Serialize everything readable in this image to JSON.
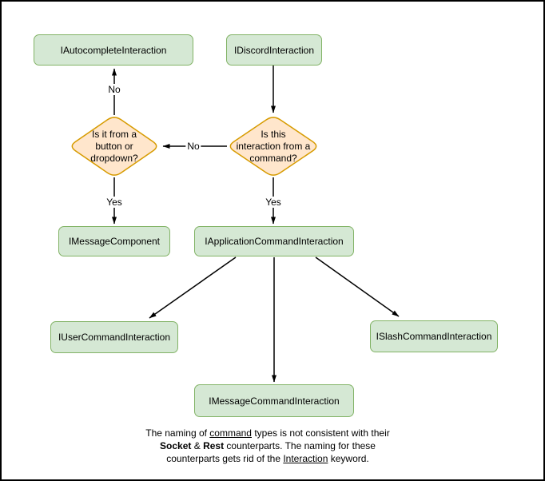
{
  "canvas": {
    "background": "#ffffff",
    "frame_color": "#000000"
  },
  "colors": {
    "node_fill": "#d5e8d4",
    "node_border": "#82b366",
    "decision_fill": "#ffe6cc",
    "decision_border": "#d79b00",
    "arrow": "#000000"
  },
  "nodes": [
    {
      "id": "autocomplete",
      "label": "IAutocompleteInteraction"
    },
    {
      "id": "discord",
      "label": "IDiscordInteraction"
    },
    {
      "id": "message-component",
      "label": "IMessageComponent"
    },
    {
      "id": "application-command",
      "label": "IApplicationCommandInteraction"
    },
    {
      "id": "user-command",
      "label": "IUserCommandInteraction"
    },
    {
      "id": "slash-command",
      "label": "ISlashCommandInteraction"
    },
    {
      "id": "message-command",
      "label": "IMessageCommandInteraction"
    }
  ],
  "decisions": [
    {
      "id": "button-or-dropdown",
      "lines": [
        "Is it from a",
        "button or",
        "dropdown?"
      ]
    },
    {
      "id": "from-command",
      "lines": [
        "Is this",
        "interaction from a",
        "command?"
      ]
    }
  ],
  "edge_labels": {
    "no_up": "No",
    "no_left": "No",
    "yes_left": "Yes",
    "yes_right": "Yes"
  },
  "note": {
    "l1a": "The naming of ",
    "l1b": "command",
    "l1c": " types is not consistent with their",
    "l2a": "Socket",
    "l2b": " & ",
    "l2c": "Rest",
    "l2d": " counterparts. The naming for these",
    "l3a": "counterparts gets rid of the ",
    "l3b": "Interaction",
    "l3c": " keyword."
  }
}
